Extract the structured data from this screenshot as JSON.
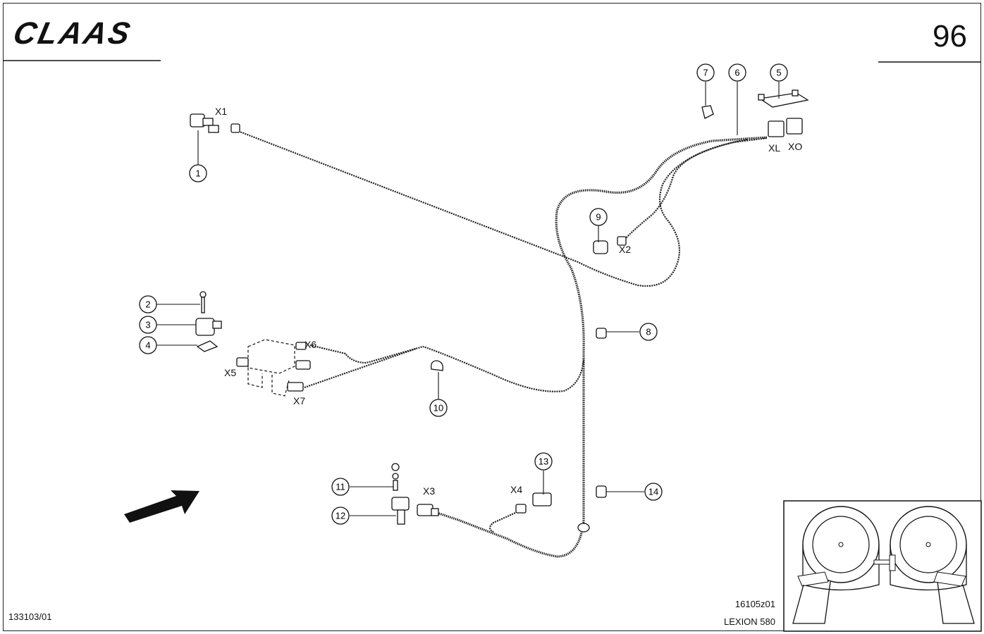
{
  "header": {
    "logo_text": "CLAAS",
    "page_number": "96"
  },
  "footer": {
    "left_code": "133103/01",
    "drawing_no": "16105z01",
    "model": "LEXION 580"
  },
  "callouts": [
    "1",
    "2",
    "3",
    "4",
    "5",
    "6",
    "7",
    "8",
    "9",
    "10",
    "11",
    "12",
    "13",
    "14"
  ],
  "connectors": {
    "x1": "X1",
    "x2": "X2",
    "x3": "X3",
    "x4": "X4",
    "x5": "X5",
    "x6": "X6",
    "x7": "X7",
    "xl": "XL",
    "xo": "XO"
  },
  "colors": {
    "ink": "#111111",
    "paper": "#ffffff"
  }
}
